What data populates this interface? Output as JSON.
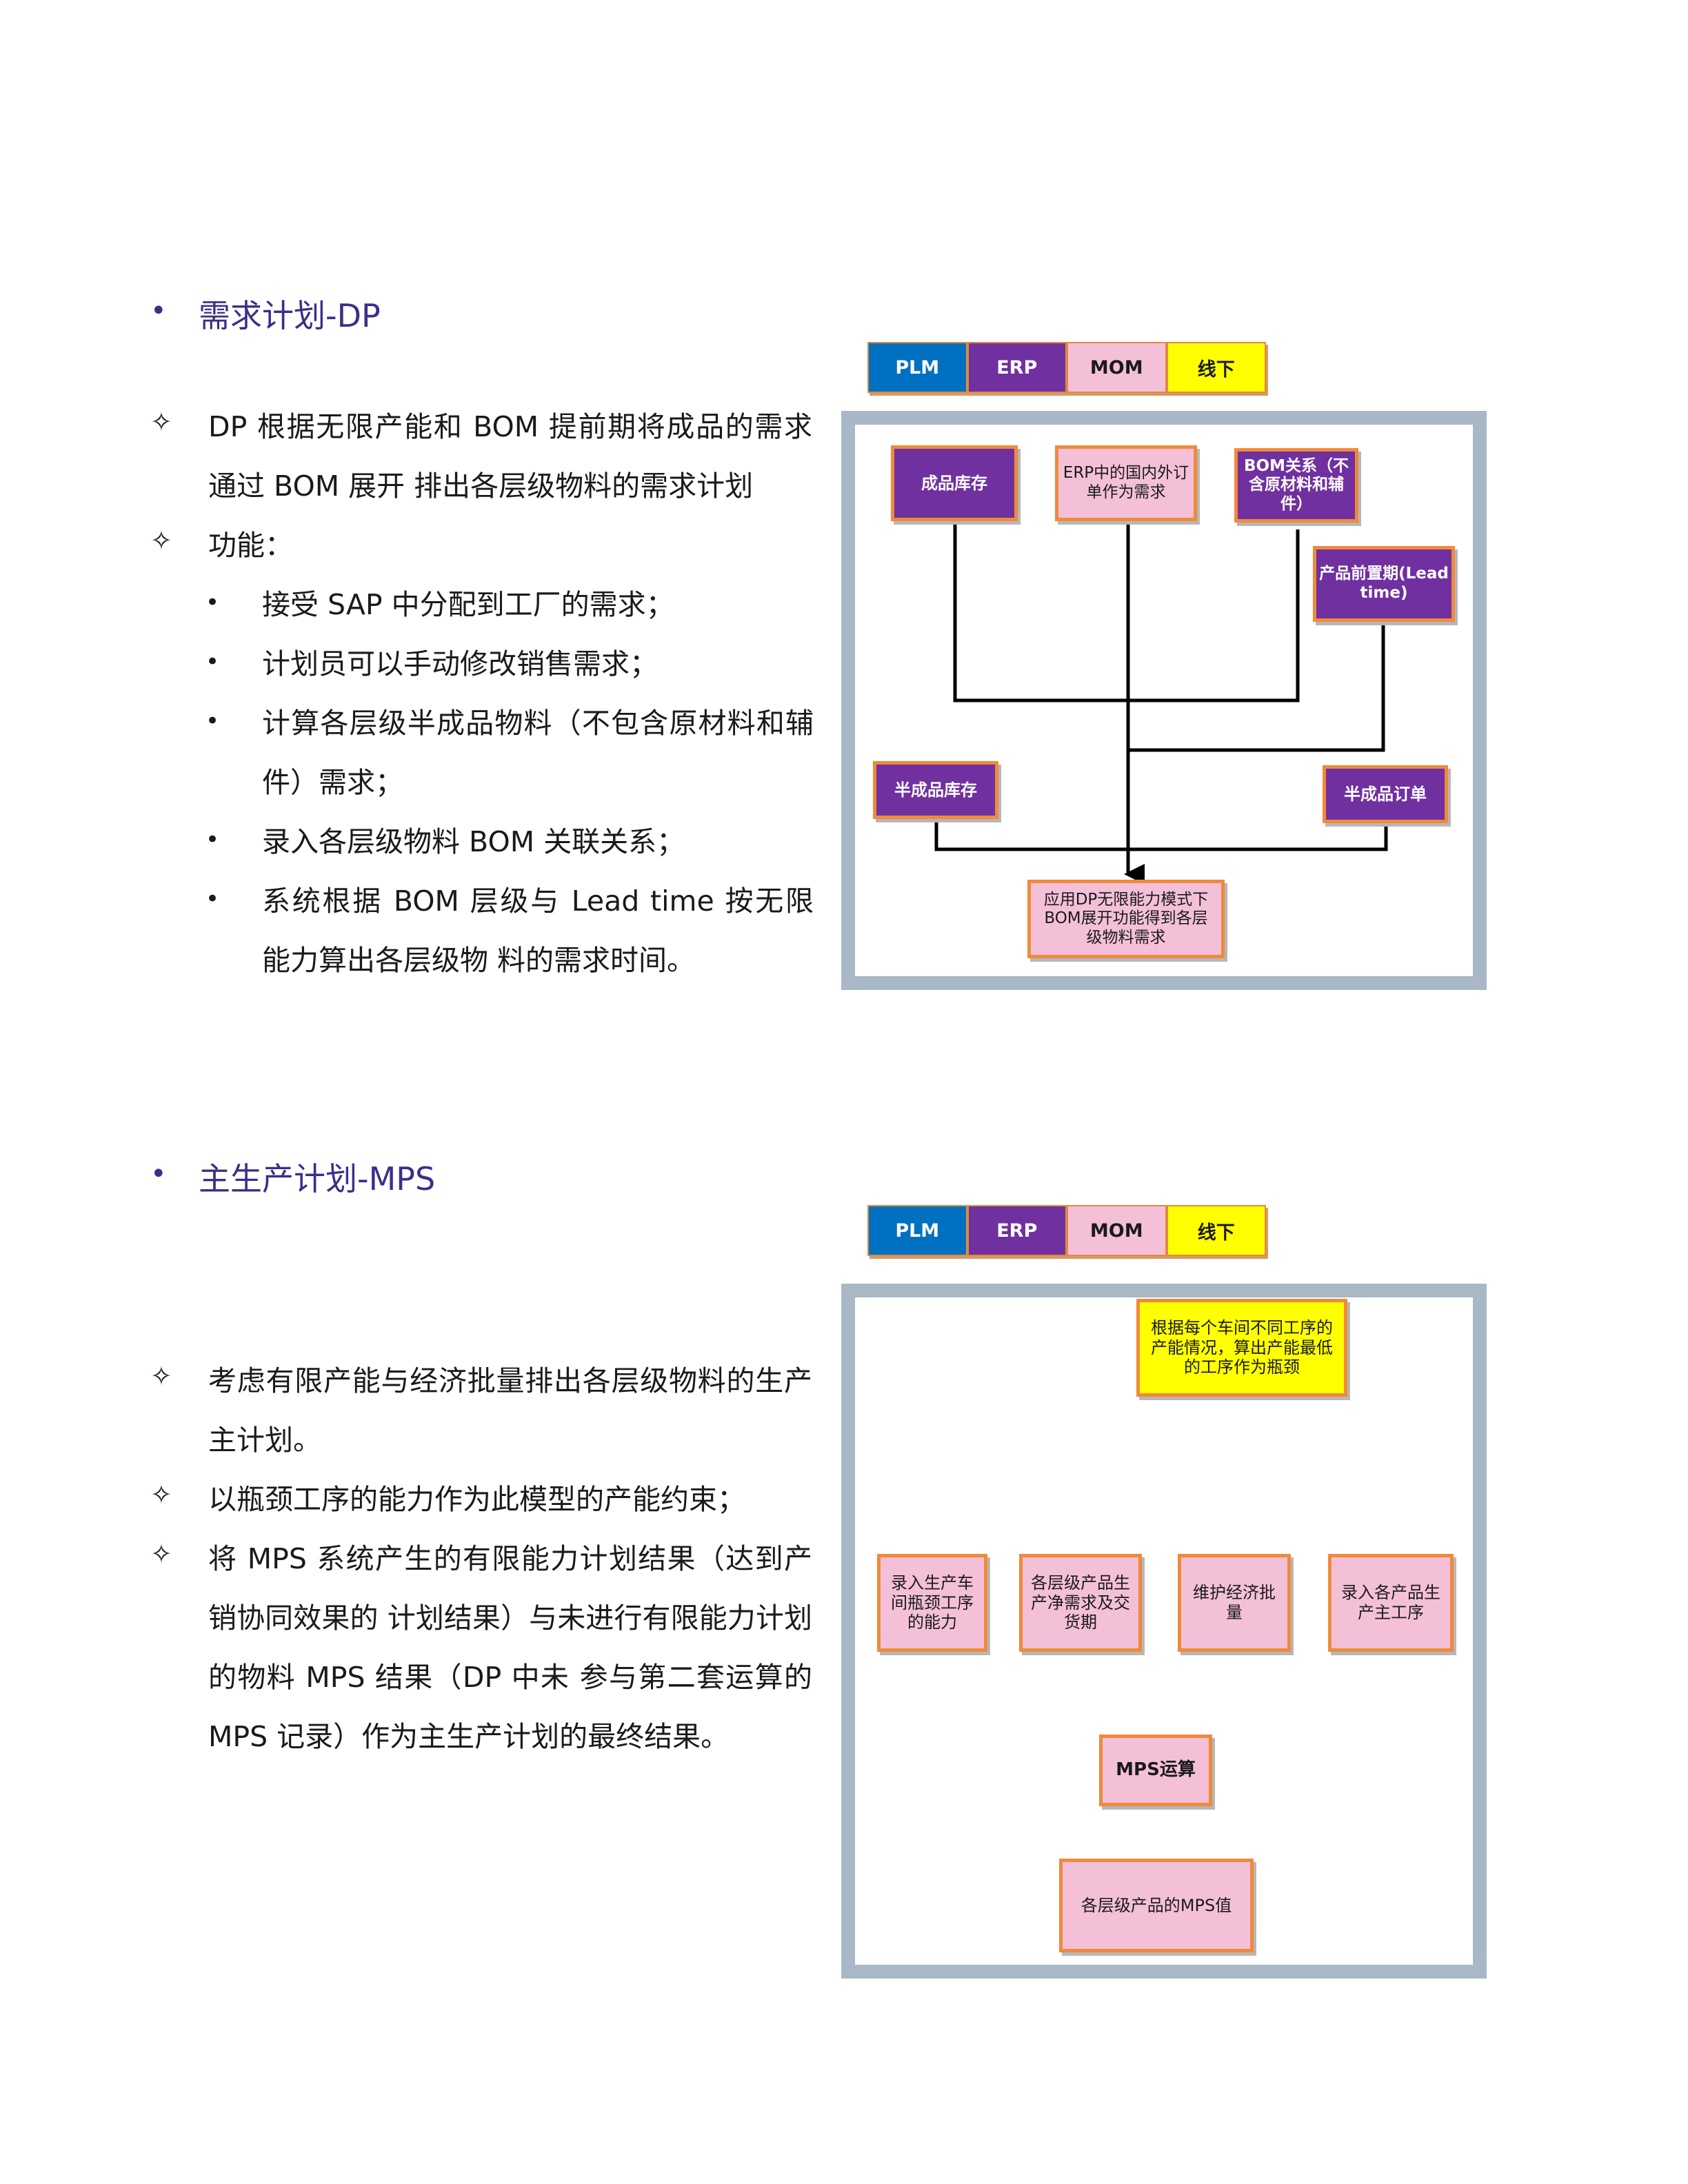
{
  "section1": {
    "title": "需求计划-DP",
    "paragraphs": [
      "DP 根据无限产能和 BOM 提前期将成品的需求通过 BOM 展开 排出各层级物料的需求计划",
      "功能："
    ],
    "items": [
      "接受 SAP 中分配到工厂的需求；",
      "计划员可以手动修改销售需求；",
      "计算各层级半成品物料（不包含原材料和辅件）需求；",
      "录入各层级物料 BOM 关联关系；",
      "系统根据 BOM 层级与 Lead time 按无限能力算出各层级物 料的需求时间。"
    ],
    "legend": [
      "PLM",
      "ERP",
      "MOM",
      "线下"
    ],
    "diagram": {
      "finished_stock": "成品库存",
      "erp_orders": "ERP中的国内外订单作为需求",
      "bom_relation": "BOM关系（不含原材料和辅件）",
      "lead_time": "产品前置期(Lead time)",
      "semi_stock": "半成品库存",
      "semi_orders": "半成品订单",
      "result": "应用DP无限能力模式下BOM展开功能得到各层级物料需求"
    }
  },
  "section2": {
    "title": "主生产计划-MPS",
    "paragraphs": [
      "考虑有限产能与经济批量排出各层级物料的生产主计划。",
      "以瓶颈工序的能力作为此模型的产能约束；",
      "将 MPS 系统产生的有限能力计划结果（达到产销协同效果的 计划结果）与未进行有限能力计划的物料 MPS 结果（DP 中未 参与第二套运算的 MPS 记录）作为主生产计划的最终结果。"
    ],
    "legend": [
      "PLM",
      "ERP",
      "MOM",
      "线下"
    ],
    "diagram": {
      "bottleneck": "根据每个车间不同工序的产能情况，算出产能最低的工序作为瓶颈",
      "input_bottleneck": "录入生产车间瓶颈工序的能力",
      "net_demand": "各层级产品生产净需求及交货期",
      "econ_batch": "维护经济批量",
      "main_process": "录入各产品生产主工序",
      "mps_calc": "MPS运算",
      "mps_value": "各层级产品的MPS值"
    }
  },
  "colors": {
    "plm": "#0070c0",
    "erp": "#7030a0",
    "mom": "#f4c0d8",
    "offline": "#ffff00",
    "box_border": "#f08a3a",
    "frame": "#a9b8c6",
    "title": "#3b2f8a"
  }
}
